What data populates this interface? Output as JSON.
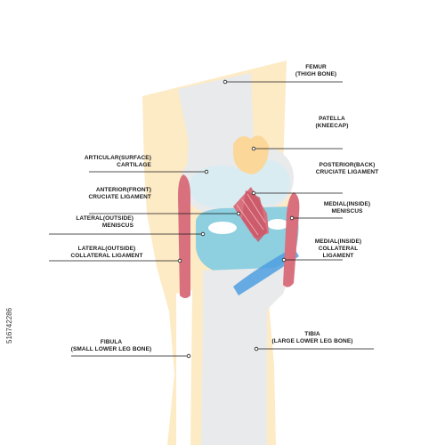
{
  "labels": {
    "femur": {
      "line1": "FEMUR",
      "line2": "(THIGH BONE)"
    },
    "patella": {
      "line1": "PATELLA",
      "line2": "(KNEECAP)"
    },
    "articular": {
      "line1": "ARTICULAR(SURFACE)",
      "line2": "CARTILAGE"
    },
    "posterior": {
      "line1": "POSTERIOR(BACK)",
      "line2": "CRUCIATE LIGAMENT"
    },
    "anterior": {
      "line1": "ANTERIOR(FRONT)",
      "line2": "CRUCIATE LIGAMENT"
    },
    "medial_meniscus": {
      "line1": "MEDIAL(INSIDE)",
      "line2": "MENISCUS"
    },
    "lateral_meniscus": {
      "line1": "LATERAL(OUTSIDE)",
      "line2": "MENISCUS"
    },
    "medial_collateral": {
      "line1": "MEDIAL(INSIDE)",
      "line2": "COLLATERAL",
      "line3": "LIGAMENT"
    },
    "lateral_collateral": {
      "line1": "LATERAL(OUTSIDE)",
      "line2": "COLLATERAL LIGAMENT"
    },
    "fibula": {
      "line1": "FIBULA",
      "line2": "(SMALL LOWER LEG BONE)"
    },
    "tibia": {
      "line1": "TIBIA",
      "line2": "(LARGE LOWER LEG BONE)"
    }
  },
  "watermark": "516742286",
  "colors": {
    "skin": "#fdebc6",
    "bone": "#e8eaec",
    "patella": "#fcd79a",
    "cartilage": "#d9ecf2",
    "meniscus": "#8ecfe0",
    "ligament": "#d9707e",
    "blue_ligament": "#4e9fe0",
    "line": "#1a1a1a"
  }
}
